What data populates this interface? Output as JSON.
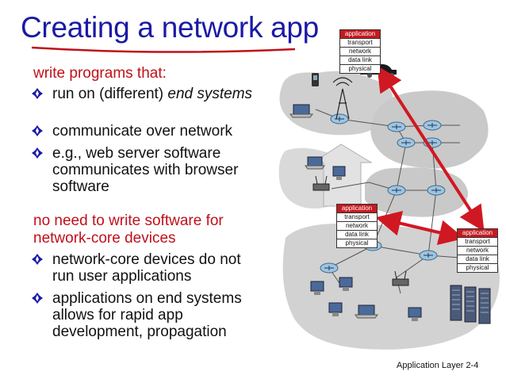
{
  "slide": {
    "title": "Creating a network app",
    "heading1": "write programs that:",
    "bullets1": [
      {
        "text": "run on (different) ",
        "italic": "end systems"
      },
      {
        "text": "communicate over network"
      },
      {
        "text": "e.g., web server software communicates with browser software"
      }
    ],
    "heading2": "no need to write software for network-core devices",
    "bullets2": [
      {
        "text": "network-core devices do not run user applications"
      },
      {
        "text": "applications on end systems  allows for rapid app development, propagation"
      }
    ],
    "footer": "Application Layer 2-4"
  },
  "stacks": [
    {
      "layers": [
        "application",
        "transport",
        "network",
        "data link",
        "physical"
      ]
    },
    {
      "layers": [
        "application",
        "transport",
        "network",
        "data link",
        "physical"
      ]
    },
    {
      "layers": [
        "application",
        "transport",
        "network",
        "data link",
        "physical"
      ]
    }
  ],
  "colors": {
    "title": "#1a1aa6",
    "heading": "#c0101a",
    "arrow": "#d01822",
    "application_layer": "#c51a20",
    "cloud": "#cfcfcf",
    "router": "#9fc4e0"
  },
  "icons": {
    "bullet": "diamond-bullet-icon",
    "router": "router-icon",
    "laptop": "laptop-icon",
    "server": "server-icon",
    "phone": "phone-icon",
    "car": "car-icon",
    "tower": "cell-tower-icon",
    "access_point": "access-point-icon"
  }
}
